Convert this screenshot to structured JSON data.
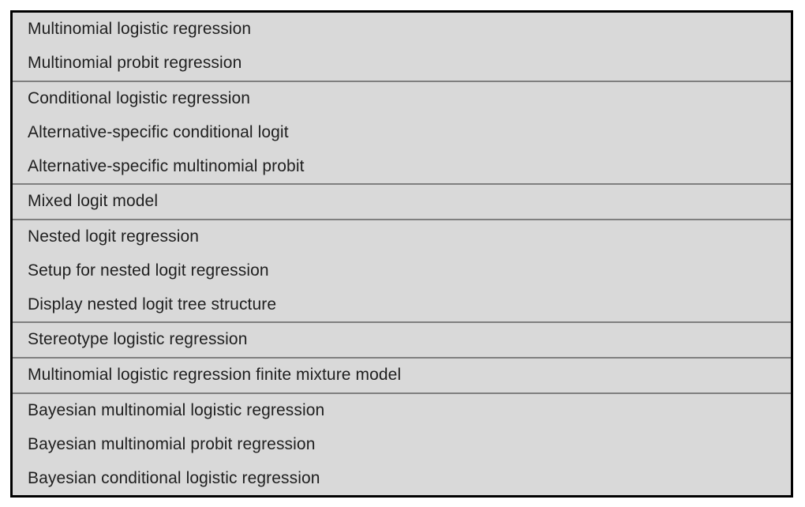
{
  "menu": {
    "groups": [
      {
        "items": [
          "Multinomial logistic regression",
          "Multinomial probit regression"
        ]
      },
      {
        "items": [
          "Conditional logistic regression",
          "Alternative-specific conditional logit",
          "Alternative-specific multinomial probit"
        ]
      },
      {
        "items": [
          "Mixed logit model"
        ]
      },
      {
        "items": [
          "Nested logit regression",
          "Setup for nested logit regression",
          "Display nested logit tree structure"
        ]
      },
      {
        "items": [
          "Stereotype logistic regression"
        ]
      },
      {
        "items": [
          "Multinomial logistic regression finite mixture model"
        ]
      },
      {
        "items": [
          "Bayesian multinomial logistic regression",
          "Bayesian multinomial probit regression",
          "Bayesian conditional logistic regression"
        ]
      }
    ]
  },
  "colors": {
    "table_background": "#d9d9d9",
    "outer_border": "#000000",
    "group_divider": "#7f7f7f",
    "text": "#1f1f1f"
  }
}
